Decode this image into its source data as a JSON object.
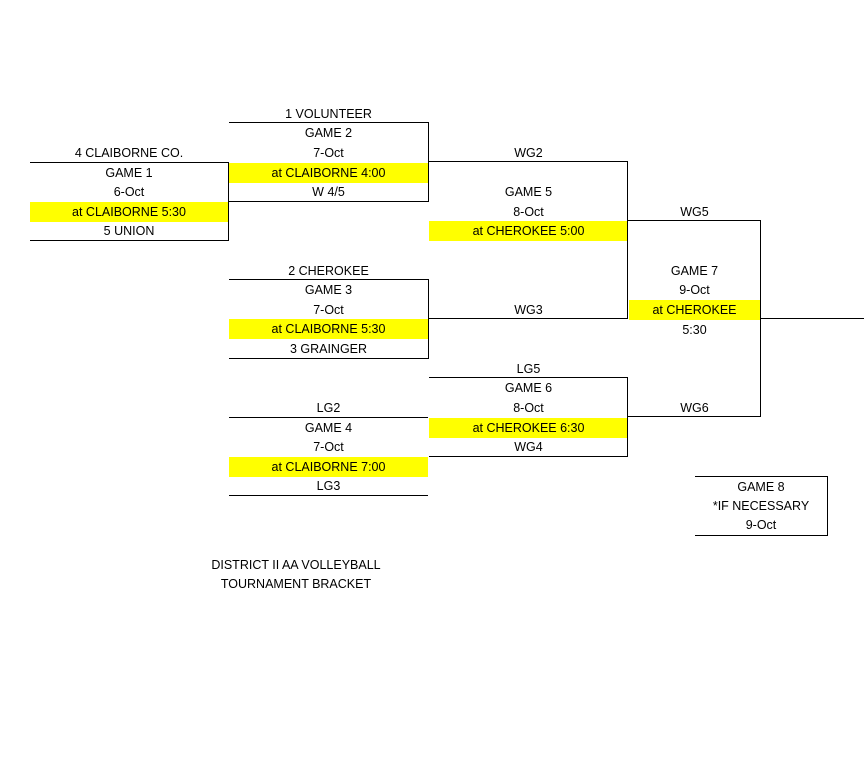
{
  "bracket": {
    "game1": {
      "top": "4 CLAIBORNE CO.",
      "game": "GAME 1",
      "date": "6-Oct",
      "location": "at CLAIBORNE 5:30",
      "bottom": "5 UNION"
    },
    "game2": {
      "top": "1 VOLUNTEER",
      "game": "GAME 2",
      "date": "7-Oct",
      "location": "at CLAIBORNE 4:00",
      "bottom": "W 4/5"
    },
    "game3": {
      "top": "2 CHEROKEE",
      "game": "GAME 3",
      "date": "7-Oct",
      "location": "at CLAIBORNE 5:30",
      "bottom": "3 GRAINGER"
    },
    "game4": {
      "top": "LG2",
      "game": "GAME 4",
      "date": "7-Oct",
      "location": "at CLAIBORNE 7:00",
      "bottom": "LG3"
    },
    "game5": {
      "top": "WG2",
      "game": "GAME 5",
      "date": "8-Oct",
      "location": "at CHEROKEE 5:00",
      "bottom": "WG3"
    },
    "game6": {
      "top": "LG5",
      "game": "GAME 6",
      "date": "8-Oct",
      "location": "at CHEROKEE 6:30",
      "bottom": "WG4"
    },
    "game7": {
      "top": "WG5",
      "game": "GAME 7",
      "date": "9-Oct",
      "location": "at CHEROKEE",
      "time": "5:30",
      "bottom": "WG6"
    },
    "game8": {
      "game": "GAME 8",
      "note": "*IF NECESSARY",
      "date": "9-Oct"
    }
  },
  "caption": {
    "line1": "DISTRICT II AA VOLLEYBALL",
    "line2": "TOURNAMENT BRACKET"
  }
}
